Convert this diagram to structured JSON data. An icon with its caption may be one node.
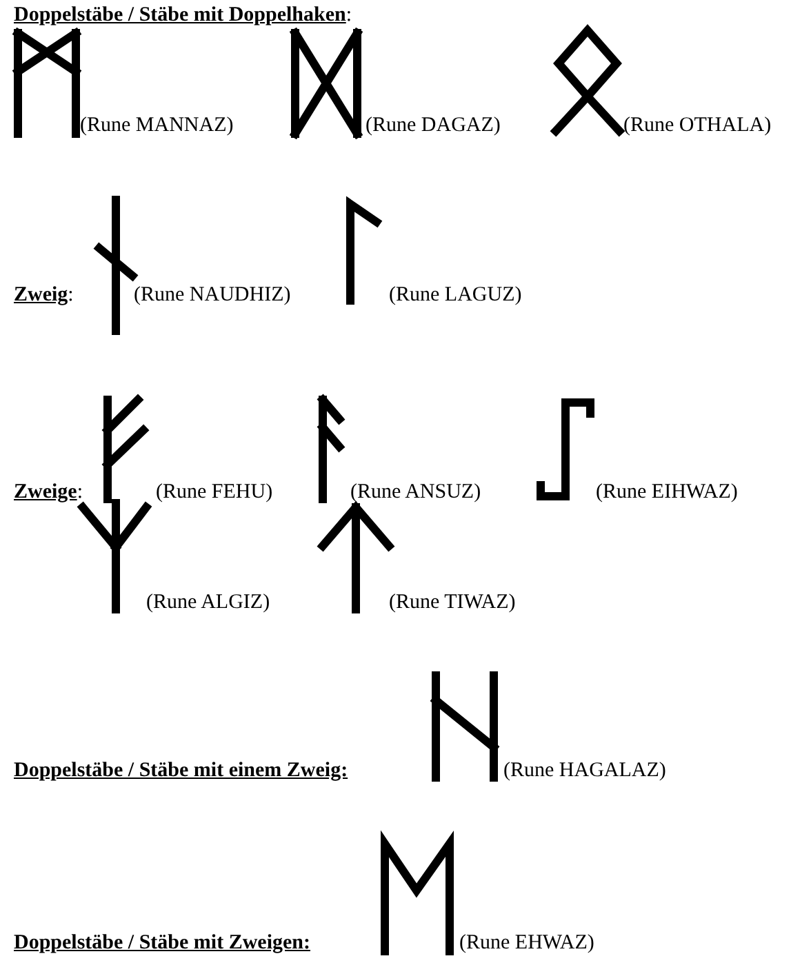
{
  "diagram": {
    "labels": [
      "**Doppelstäbe / Stäbe mit Doppelhaken**:",
      "(Rune MANNAZ)",
      "(Rune DAGAZ)",
      "(Rune OTHALA)",
      "**Zweig**:",
      "(Rune NAUDHIZ)",
      "(Rune LAGUZ)",
      "**Zweige**:",
      "(Rune FEHU)",
      "(Rune ANSUZ)",
      "(Rune EIHWAZ)",
      "(Rune ALGIZ)",
      "(Rune TIWAZ)",
      "**Doppelstäbe / Stäbe mit einem Zweig:**",
      "(Rune HAGALAZ)",
      "**Doppelstäbe / Stäbe mit Zweigen:**",
      "(Rune EHWAZ)"
    ]
  }
}
